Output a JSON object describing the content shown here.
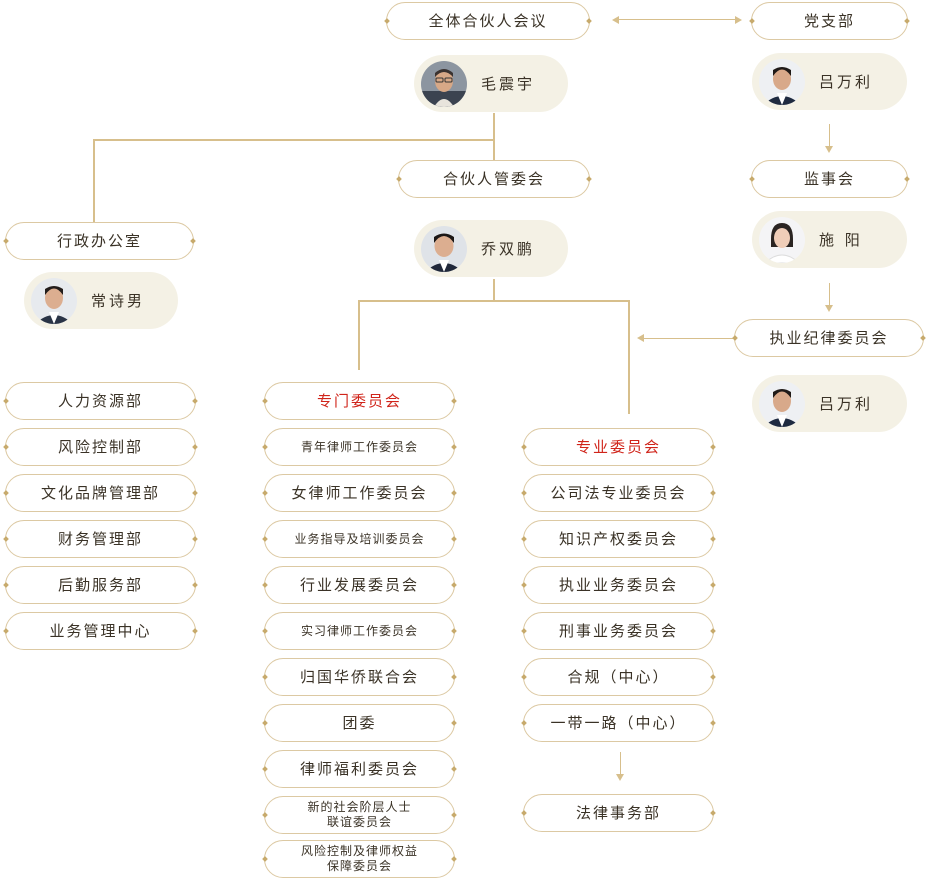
{
  "nodes": {
    "partners_meeting": "全体合伙人会议",
    "party_branch": "党支部",
    "mgmt_committee": "合伙人管委会",
    "supervisory_board": "监事会",
    "admin_office": "行政办公室",
    "discipline_committee": "执业纪律委员会",
    "special_committees": "专门委员会",
    "professional_committees": "专业委员会",
    "legal_affairs": "法律事务部"
  },
  "people": {
    "mao": "毛震宇",
    "lv1": "吕万利",
    "qiao": "乔双鹏",
    "shi": "施  阳",
    "chang": "常诗男",
    "lv2": "吕万利"
  },
  "departments": [
    "人力资源部",
    "风险控制部",
    "文化品牌管理部",
    "财务管理部",
    "后勤服务部",
    "业务管理中心"
  ],
  "special_list": [
    "青年律师工作委员会",
    "女律师工作委员会",
    "业务指导及培训委员会",
    "行业发展委员会",
    "实习律师工作委员会",
    "归国华侨联合会",
    "团委",
    "律师福利委员会",
    [
      "新的社会阶层人士",
      "联谊委员会"
    ],
    [
      "风险控制及律师权益",
      "保障委员会"
    ]
  ],
  "professional_list": [
    "公司法专业委员会",
    "知识产权委员会",
    "执业业务委员会",
    "刑事业务委员会",
    "合规（中心）",
    "一带一路（中心）"
  ],
  "colors": {
    "accent_red": "#d0241a",
    "gold_line": "#d7bf8c",
    "person_bg": "#f4f1e5"
  }
}
